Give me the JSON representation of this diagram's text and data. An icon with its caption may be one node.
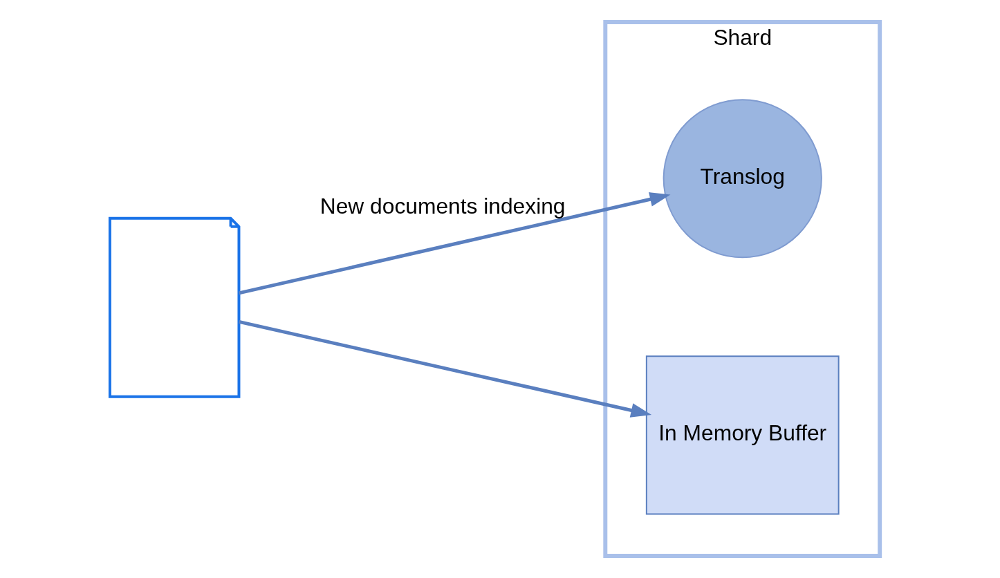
{
  "diagram": {
    "nodes": [
      {
        "text": [
          "Shard"
        ]
      },
      {
        "text": [],
        "shape": "document"
      },
      {
        "text": [
          "Translog"
        ],
        "in": 0
      },
      {
        "text": [
          "In Memory Buffer"
        ],
        "in": 0
      }
    ],
    "edges": [
      {
        "from": 1,
        "to": 2,
        "arrow": "to",
        "label": "New documents indexing"
      },
      {
        "from": 1,
        "to": 3,
        "arrow": "to"
      }
    ]
  }
}
